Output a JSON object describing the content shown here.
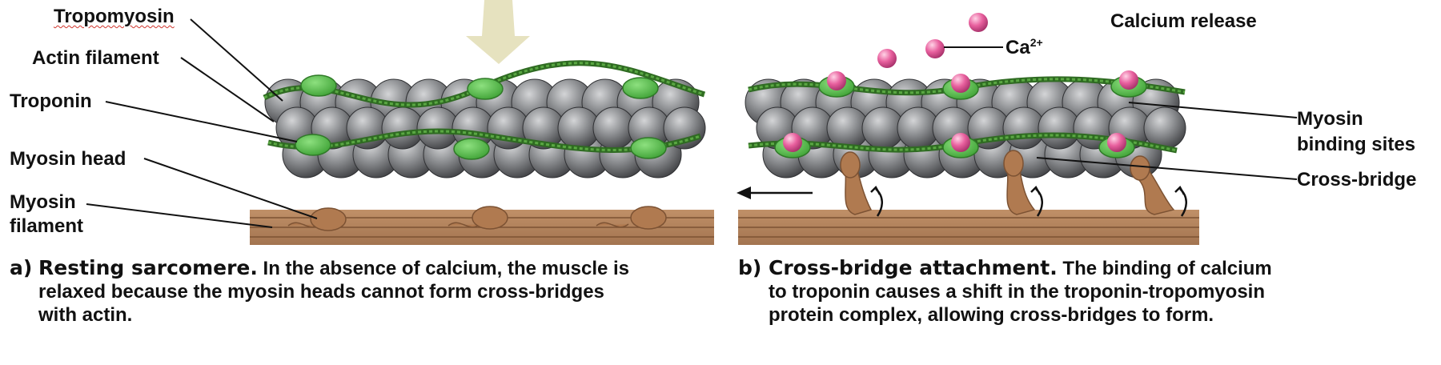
{
  "labels": {
    "tropomyosin": "Tropomyosin",
    "actin_filament": "Actin filament",
    "troponin": "Troponin",
    "myosin_head": "Myosin head",
    "myosin_filament_1": "Myosin",
    "myosin_filament_2": "filament",
    "calcium_release": "Calcium release",
    "ca_base": "Ca",
    "ca_sup": "2+",
    "binding_sites_1": "Myosin",
    "binding_sites_2": "binding sites",
    "cross_bridge": "Cross-bridge"
  },
  "caption_a": {
    "prefix": "a)",
    "title": "Resting sarcomere.",
    "line1_rest": " In the absence of calcium, the muscle is",
    "line2": "relaxed because the myosin heads cannot form cross-bridges",
    "line3": "with actin."
  },
  "caption_b": {
    "prefix": "b)",
    "title": "Cross-bridge attachment.",
    "line1_rest": " The binding of calcium",
    "line2": "to troponin causes a shift in the troponin-tropomyosin",
    "line3": "protein complex, allowing cross-bridges to form."
  },
  "colors": {
    "actin": "#8e9093",
    "tropomyosin": "#3f8f2f",
    "troponin": "#58c24a",
    "calcium": "#e8609e",
    "myosin": "#b07a50",
    "arrow_yellow": "#e6e2bf"
  }
}
